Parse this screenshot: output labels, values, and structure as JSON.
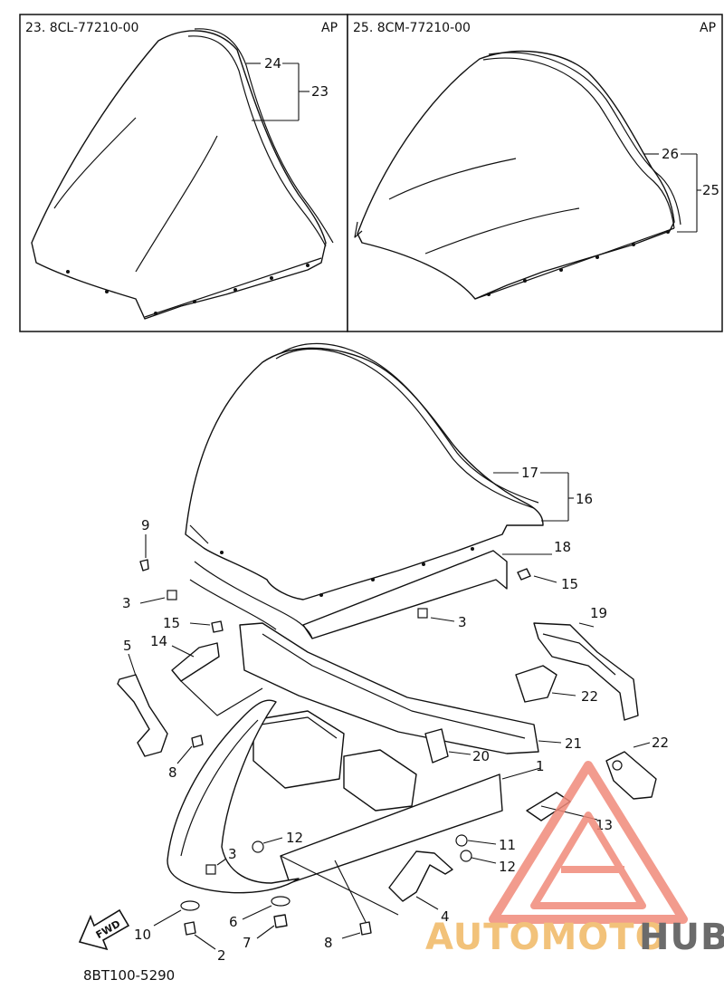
{
  "panels": [
    {
      "code": "23. 8CL-77210-00",
      "tag": "AP"
    },
    {
      "code": "25. 8CM-77210-00",
      "tag": "AP"
    }
  ],
  "callouts": {
    "c1": "1",
    "c2": "2",
    "c3a": "3",
    "c3b": "3",
    "c3c": "3",
    "c4": "4",
    "c5": "5",
    "c6": "6",
    "c7": "7",
    "c8a": "8",
    "c8b": "8",
    "c9": "9",
    "c10": "10",
    "c11": "11",
    "c12a": "12",
    "c12b": "12",
    "c13": "13",
    "c14": "14",
    "c15a": "15",
    "c15b": "15",
    "c16": "16",
    "c17": "17",
    "c18": "18",
    "c19": "19",
    "c20": "20",
    "c21": "21",
    "c22a": "22",
    "c22b": "22",
    "c23": "23",
    "c24": "24",
    "c25": "25",
    "c26": "26"
  },
  "fwd_label": "FWD",
  "diagram_code": "8BT100-5290",
  "watermark": {
    "part1": "AUTOMOTO",
    "part2": "HUB",
    "color1": "#f2c27a",
    "color2": "#6b6b6b",
    "logo_color": "#f08a7a"
  }
}
